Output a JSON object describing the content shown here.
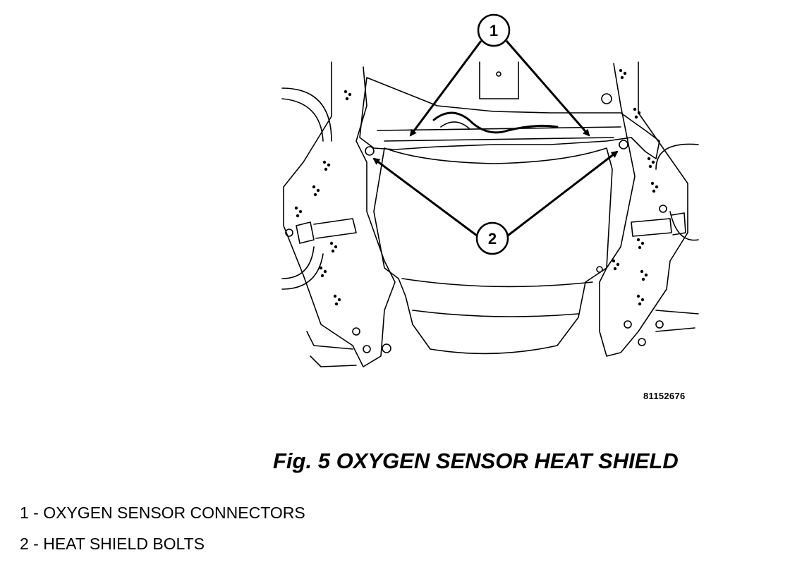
{
  "figure": {
    "callouts": [
      "1",
      "2"
    ],
    "figure_id": "81152676",
    "caption": "Fig. 5 OXYGEN SENSOR HEAT SHIELD"
  },
  "legend": [
    "1 - OXYGEN SENSOR CONNECTORS",
    "2 - HEAT SHIELD BOLTS"
  ]
}
